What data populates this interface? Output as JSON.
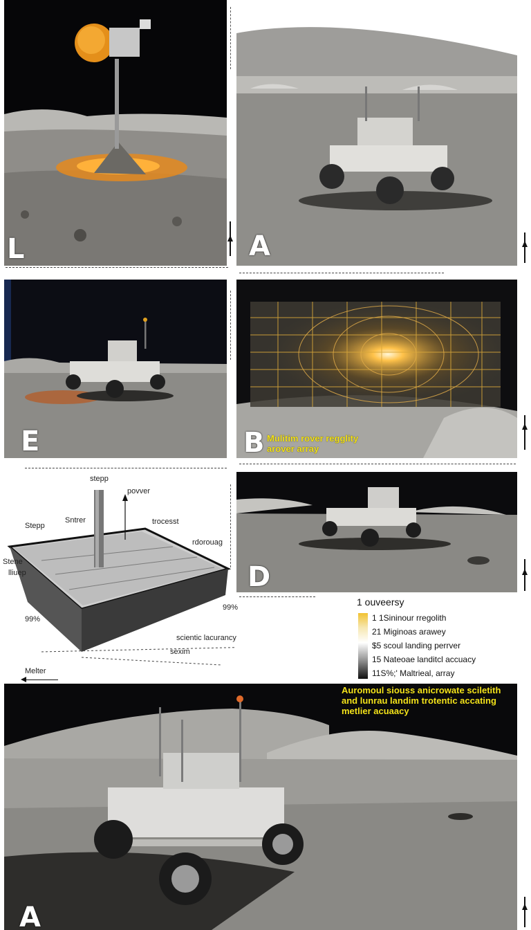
{
  "panels": {
    "L": {
      "letter": "L"
    },
    "A_top": {
      "letter": "A"
    },
    "E": {
      "letter": "E"
    },
    "B": {
      "letter": "B",
      "caption_line1": "Mulitim rover regglity",
      "caption_line2": "arover array"
    },
    "D": {
      "letter": "D"
    },
    "A_bottom": {
      "letter": "A",
      "caption_line1": "Auromoul siouss anicrowate sciletith",
      "caption_line2": "and lunrau landim trotentic accating",
      "caption_line3": "metlier acuaacy"
    }
  },
  "diagram": {
    "labels": {
      "stepp_top": "stepp",
      "power": "povver",
      "stepp_left": "Stepp",
      "sntrer": "Sntrer",
      "trocesst": "trocesst",
      "rdorouag": "rdorouag",
      "stene": "Stene",
      "lliuep": "lliuep",
      "pct_left": "99%",
      "pct_right": "99%",
      "scientic": "scientic lacurancy",
      "sexim": "sexim",
      "melter": "Melter"
    }
  },
  "legend": {
    "title": "1 ouveersy",
    "items": [
      "1 1Sininour rregolith",
      "21 Miginoas arawey",
      "$5 scoul landing perrver",
      "15 Nateoae landitcl accuacy",
      "11S%;' Maltrieal, array"
    ]
  },
  "colors": {
    "caption_yellow": "#f3e21b",
    "legend_top": "#f1c232",
    "space_black": "#0a0a0c",
    "regolith_gray": "#8e8d8a"
  }
}
